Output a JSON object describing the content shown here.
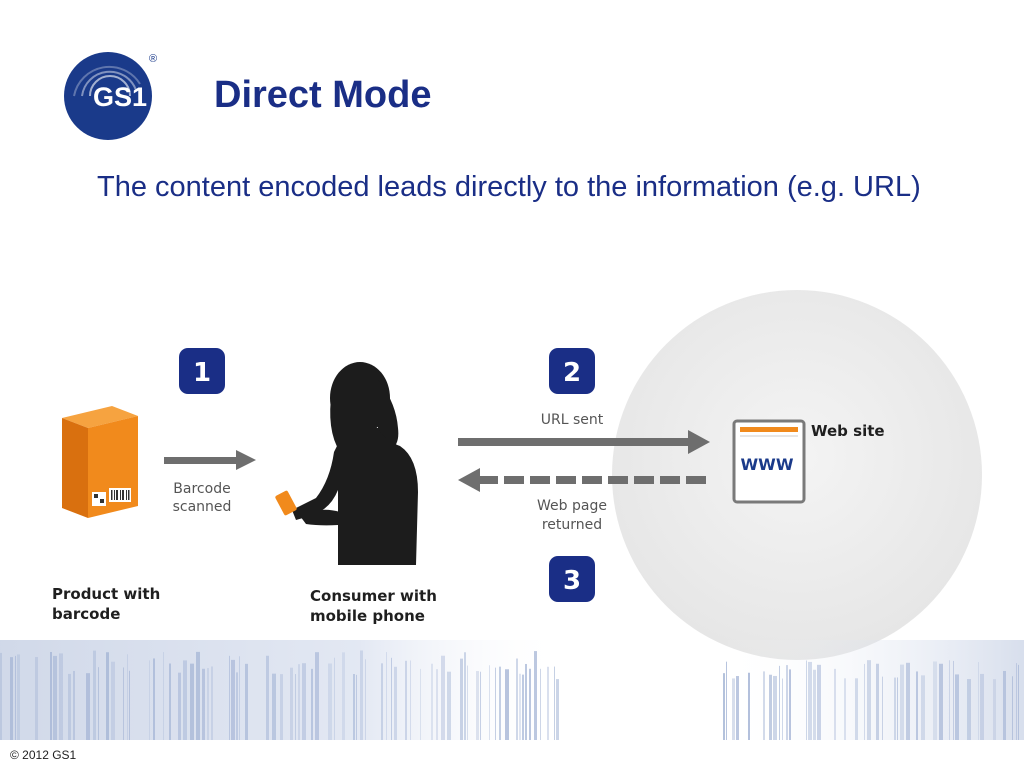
{
  "slide": {
    "title": "Direct Mode",
    "subtitle": "The content encoded leads directly to the information (e.g. URL)",
    "footer": "© 2012 GS1"
  },
  "logo": {
    "text": "GS1",
    "registered_mark": "®",
    "color": "#1a3a8a"
  },
  "diagram": {
    "steps": [
      {
        "number": "1"
      },
      {
        "number": "2"
      },
      {
        "number": "3"
      }
    ],
    "labels": {
      "barcode_scanned_line1": "Barcode",
      "barcode_scanned_line2": "scanned",
      "url_sent": "URL sent",
      "web_page_returned_line1": "Web page",
      "web_page_returned_line2": "returned",
      "product_line1": "Product with",
      "product_line2": "barcode",
      "consumer_line1": "Consumer with",
      "consumer_line2": "mobile phone",
      "web_site": "Web site",
      "www": "WWW"
    },
    "colors": {
      "step_badge": "#1a2e86",
      "arrow": "#6e6e6e",
      "product_box": "#f18a1c",
      "web_circle": "#eeeeee"
    }
  }
}
